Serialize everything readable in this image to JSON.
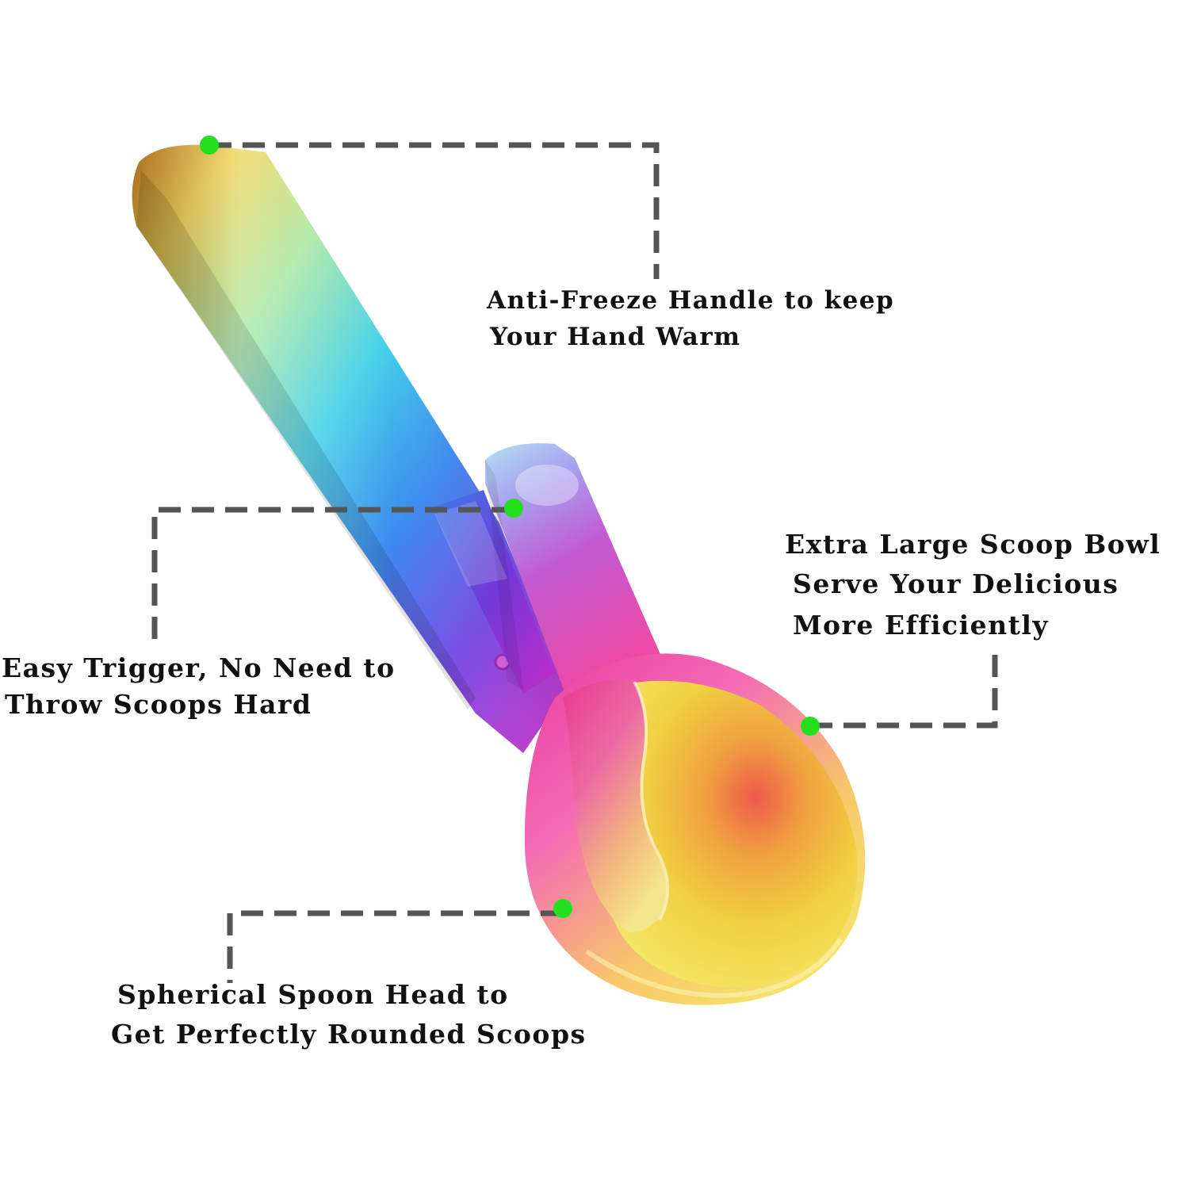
{
  "colors": {
    "background": "#ffffff",
    "dot": "#22e01e",
    "leader_line": "#555555",
    "text": "#111111"
  },
  "product": {
    "icon": "rainbow-ice-cream-scoop-illustration"
  },
  "callouts": {
    "handle": {
      "line1": "Anti-Freeze Handle to keep",
      "line2": "Your Hand Warm"
    },
    "bowl": {
      "line1": "Extra Large Scoop Bowl",
      "line2": "Serve Your Delicious",
      "line3": "More Efficiently"
    },
    "trigger": {
      "line1": "Easy Trigger, No Need to",
      "line2": "Throw Scoops Hard"
    },
    "head": {
      "line1": "Spherical Spoon Head to",
      "line2": "Get Perfectly Rounded Scoops"
    }
  }
}
